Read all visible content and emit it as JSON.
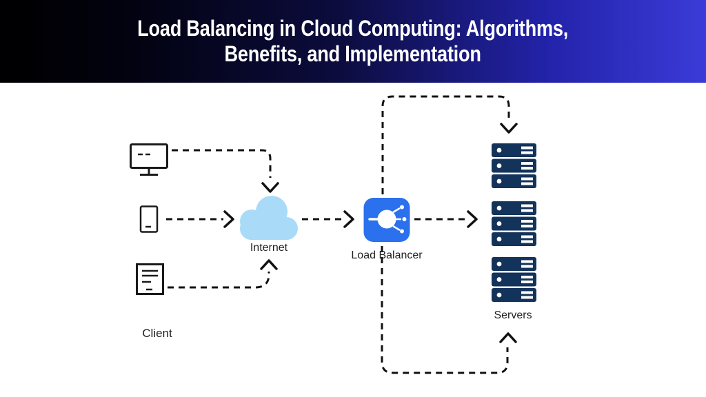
{
  "header": {
    "title_line1": "Load Balancing in Cloud Computing: Algorithms,",
    "title_line2": "Benefits, and Implementation",
    "text_color": "#FFFFFF",
    "gradient_left": "#000000",
    "gradient_right": "#3B3BD8"
  },
  "diagram": {
    "labels": {
      "client": "Client",
      "internet": "Internet",
      "load_balancer": "Load Balancer",
      "servers": "Servers"
    },
    "client_devices": [
      "desktop-monitor",
      "mobile-device",
      "document"
    ],
    "server_racks": {
      "count": 3,
      "units_per_rack": 3
    },
    "connections": [
      {
        "from": "client-monitor",
        "to": "internet"
      },
      {
        "from": "client-mobile",
        "to": "internet"
      },
      {
        "from": "client-document",
        "to": "internet"
      },
      {
        "from": "internet",
        "to": "load-balancer"
      },
      {
        "from": "load-balancer",
        "to": "server-rack-top"
      },
      {
        "from": "load-balancer",
        "to": "server-rack-middle"
      },
      {
        "from": "load-balancer",
        "to": "server-rack-bottom"
      }
    ],
    "colors": {
      "cloud_fill": "#A9DAF8",
      "load_balancer_fill": "#2B70EC",
      "server_fill": "#14335B",
      "line": "#111111",
      "label": "#1F1F1F"
    }
  }
}
